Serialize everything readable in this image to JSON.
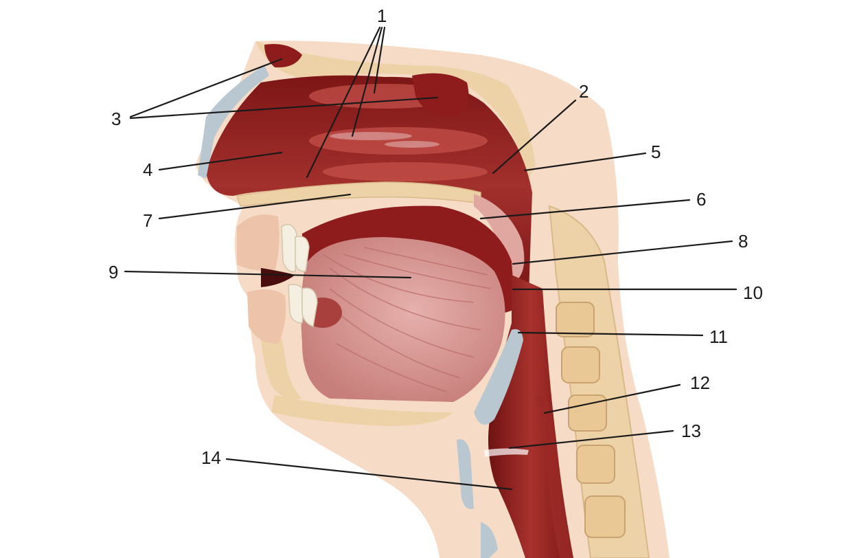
{
  "labels": [
    {
      "id": "1",
      "text": "1"
    },
    {
      "id": "2",
      "text": "2"
    },
    {
      "id": "3",
      "text": "3"
    },
    {
      "id": "4",
      "text": "4"
    },
    {
      "id": "5",
      "text": "5"
    },
    {
      "id": "6",
      "text": "6"
    },
    {
      "id": "7",
      "text": "7"
    },
    {
      "id": "8",
      "text": "8"
    },
    {
      "id": "9",
      "text": "9"
    },
    {
      "id": "10",
      "text": "10"
    },
    {
      "id": "11",
      "text": "11"
    },
    {
      "id": "12",
      "text": "12"
    },
    {
      "id": "13",
      "text": "13"
    },
    {
      "id": "14",
      "text": "14"
    }
  ],
  "colors": {
    "skin": "#f6dcc6",
    "bone": "#ecd2a6",
    "cavity": "#8e1c1c",
    "cavity_light": "#b8403e",
    "mucosa": "#d98a80",
    "tongue": "#d59696",
    "cartilage": "#b9c7d1",
    "line": "#1a1a1a"
  }
}
